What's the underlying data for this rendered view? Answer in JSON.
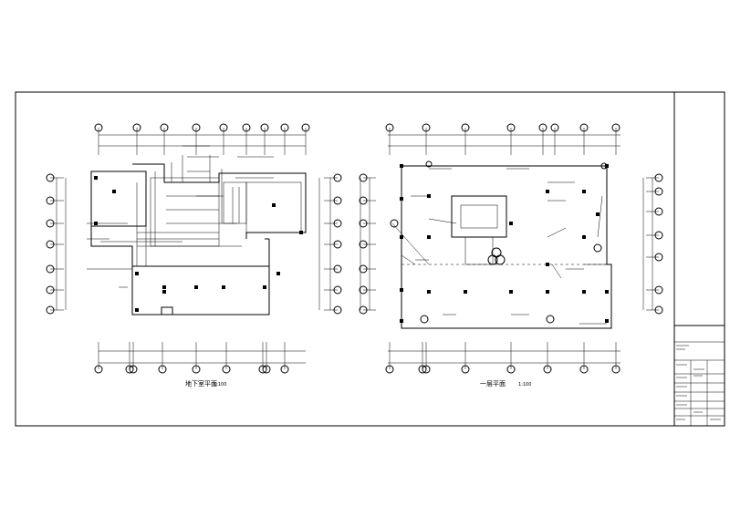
{
  "plans": {
    "left_title": "地下室平面",
    "left_scale": "1:100",
    "right_title": "一层平面",
    "right_scale": "1:100"
  },
  "title_block": {
    "stamp_text": "",
    "rows": [
      "",
      "",
      "",
      "",
      "",
      "",
      "",
      "",
      "",
      ""
    ]
  }
}
